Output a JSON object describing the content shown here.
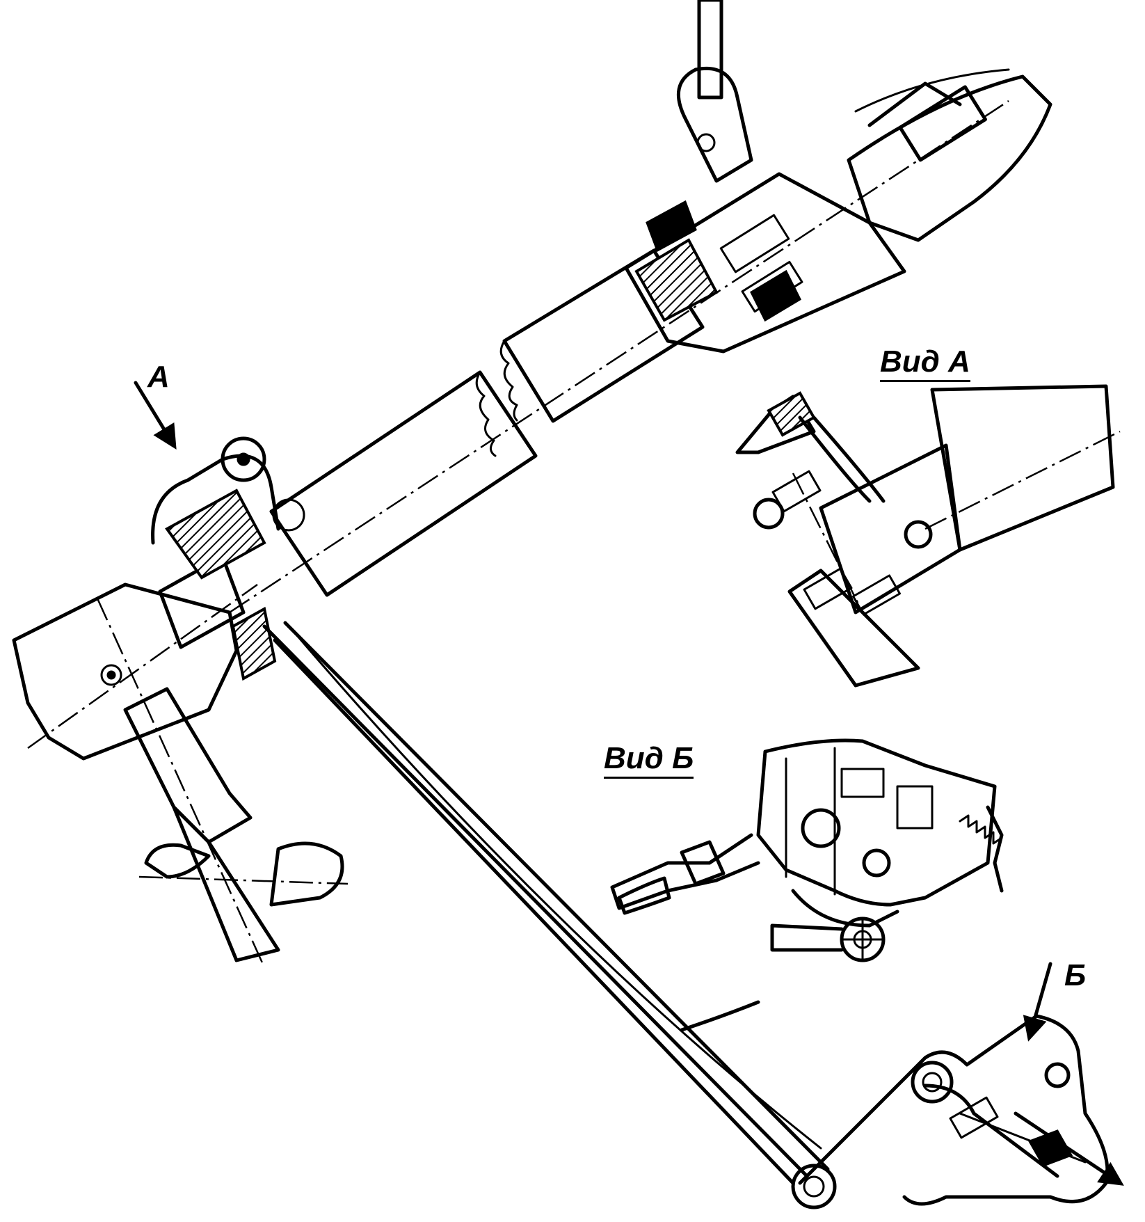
{
  "labels": {
    "arrow_a": "А",
    "arrow_b": "Б",
    "view_a": "Вид А",
    "view_b": "Вид Б"
  },
  "colors": {
    "ink": "#000000",
    "paper": "#ffffff"
  }
}
